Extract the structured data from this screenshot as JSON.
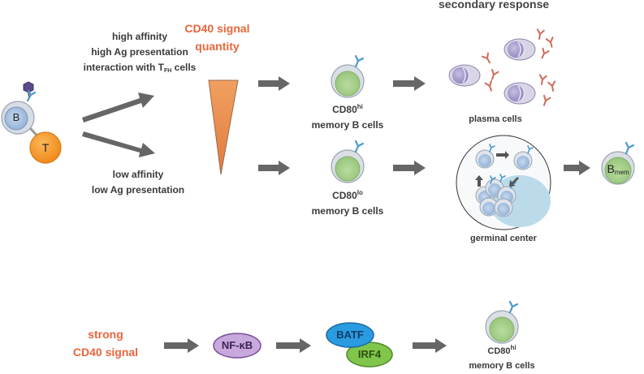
{
  "header": {
    "secondary_response": "secondary response"
  },
  "pathway": {
    "high_line1": "high affinity",
    "high_line2": "high Ag presentation",
    "high_line3_main": "interaction with T",
    "high_line3_sub": "FH",
    "high_line3_tail": " cells",
    "low_line1": "low affinity",
    "low_line2": "low Ag presentation",
    "signal_line1": "CD40 signal",
    "signal_line2": "quantity",
    "b_label": "B",
    "t_label": "T"
  },
  "memory": {
    "hi_main": "CD80",
    "hi_sup": "hi",
    "hi_sub": "memory B cells",
    "lo_main": "CD80",
    "lo_sup": "lo",
    "lo_sub": "memory B cells"
  },
  "outcomes": {
    "plasma": "plasma cells",
    "germinal": "germinal center",
    "bmem_main": "B",
    "bmem_sub": "mem"
  },
  "bottom": {
    "strong_line1": "strong",
    "strong_line2": "CD40 signal",
    "nfkb": "NF-κB",
    "batf": "BATF",
    "irf4": "IRF4",
    "cd80_main": "CD80",
    "cd80_sup": "hi",
    "cd80_sub": "memory B cells"
  },
  "colors": {
    "orange_text": "#e8663a",
    "arrow": "#666666",
    "memory_cell": "#a9d08e",
    "b_cell": "#a9c4e3",
    "t_cell": "#f7a030",
    "plasma_cell": "#a79bc8",
    "antibody_red": "#d06a5a",
    "antibody_blue": "#4a9acd",
    "nfkb_fill": "#c8a8dd",
    "batf_fill": "#2a9be0",
    "irf4_fill": "#7fc64a"
  }
}
